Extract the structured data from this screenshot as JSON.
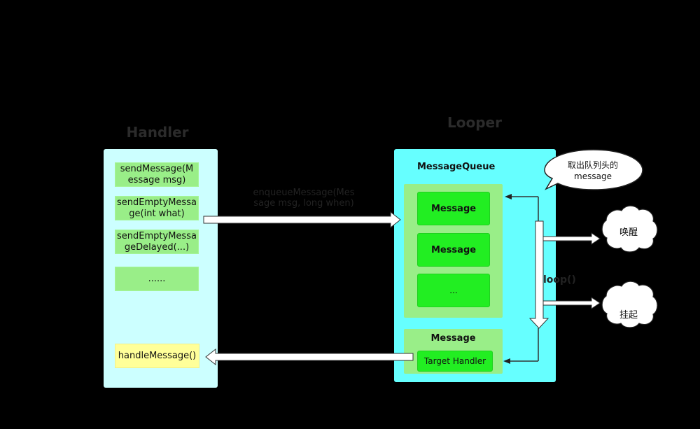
{
  "handler": {
    "title": "Handler",
    "methods": [
      "sendMessage(M essage msg)",
      "sendEmptyMessa ge(int what)",
      "sendEmptyMessa geDelayed(...)",
      "......"
    ],
    "handle_message": "handleMessage()"
  },
  "looper": {
    "title": "Looper",
    "queue_label": "MessageQueue",
    "queue_items": [
      "Message",
      "Message",
      "..."
    ],
    "current_message": "Message",
    "target_handler": "Target Handler",
    "loop_label": "loop()"
  },
  "enqueue_label": "enqueueMessage(Mes sage msg, long when)",
  "bubble_text": "取出队列头的 message",
  "cloud_wake": "唤醒",
  "cloud_suspend": "挂起",
  "colors": {
    "background": "#000000",
    "handler_panel": "#ccffff",
    "looper_panel": "#66ffff",
    "method_box": "#99ee88",
    "message_box": "#22ee22",
    "handle_box": "#ffff99"
  }
}
